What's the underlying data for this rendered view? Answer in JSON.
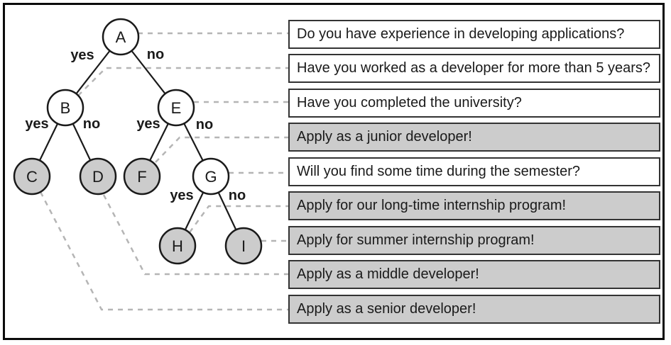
{
  "diagram": {
    "kind": "binary-decision-tree",
    "description_visible_text_only": true
  },
  "tree": {
    "nodes": [
      {
        "id": "A",
        "label": "A",
        "kind": "decision",
        "shaded": false
      },
      {
        "id": "B",
        "label": "B",
        "kind": "decision",
        "shaded": false
      },
      {
        "id": "C",
        "label": "C",
        "kind": "outcome",
        "shaded": true
      },
      {
        "id": "D",
        "label": "D",
        "kind": "outcome",
        "shaded": true
      },
      {
        "id": "E",
        "label": "E",
        "kind": "decision",
        "shaded": false
      },
      {
        "id": "F",
        "label": "F",
        "kind": "outcome",
        "shaded": true
      },
      {
        "id": "G",
        "label": "G",
        "kind": "decision",
        "shaded": false
      },
      {
        "id": "H",
        "label": "H",
        "kind": "outcome",
        "shaded": true
      },
      {
        "id": "I",
        "label": "I",
        "kind": "outcome",
        "shaded": true
      }
    ],
    "edges": [
      {
        "from": "A",
        "to": "B",
        "label": "yes"
      },
      {
        "from": "A",
        "to": "E",
        "label": "no"
      },
      {
        "from": "B",
        "to": "C",
        "label": "yes"
      },
      {
        "from": "B",
        "to": "D",
        "label": "no"
      },
      {
        "from": "E",
        "to": "F",
        "label": "yes"
      },
      {
        "from": "E",
        "to": "G",
        "label": "no"
      },
      {
        "from": "G",
        "to": "H",
        "label": "yes"
      },
      {
        "from": "G",
        "to": "I",
        "label": "no"
      }
    ]
  },
  "boxes": [
    {
      "text": "Do you have experience in developing applications?",
      "linked_node": "A",
      "shaded": false
    },
    {
      "text": "Have you worked as a developer for more than 5 years?",
      "linked_node": "B",
      "shaded": false
    },
    {
      "text": "Have you completed the university?",
      "linked_node": "E",
      "shaded": false
    },
    {
      "text": "Apply as a junior developer!",
      "linked_node": "F",
      "shaded": true
    },
    {
      "text": "Will you find some time during the semester?",
      "linked_node": "G",
      "shaded": false
    },
    {
      "text": "Apply for our long-time internship program!",
      "linked_node": "H",
      "shaded": true
    },
    {
      "text": "Apply for summer internship program!",
      "linked_node": "I",
      "shaded": true
    },
    {
      "text": "Apply as a middle developer!",
      "linked_node": "D",
      "shaded": true
    },
    {
      "text": "Apply as a senior developer!",
      "linked_node": "C",
      "shaded": true
    }
  ],
  "colors": {
    "shaded_fill": "#cccccc",
    "node_stroke": "#1a1a1a",
    "edge_stroke": "#1a1a1a",
    "connector_dash": "#b5b5b5",
    "box_border": "#333333",
    "frame_border": "#0b0b0b",
    "text": "#1a1a1a"
  }
}
